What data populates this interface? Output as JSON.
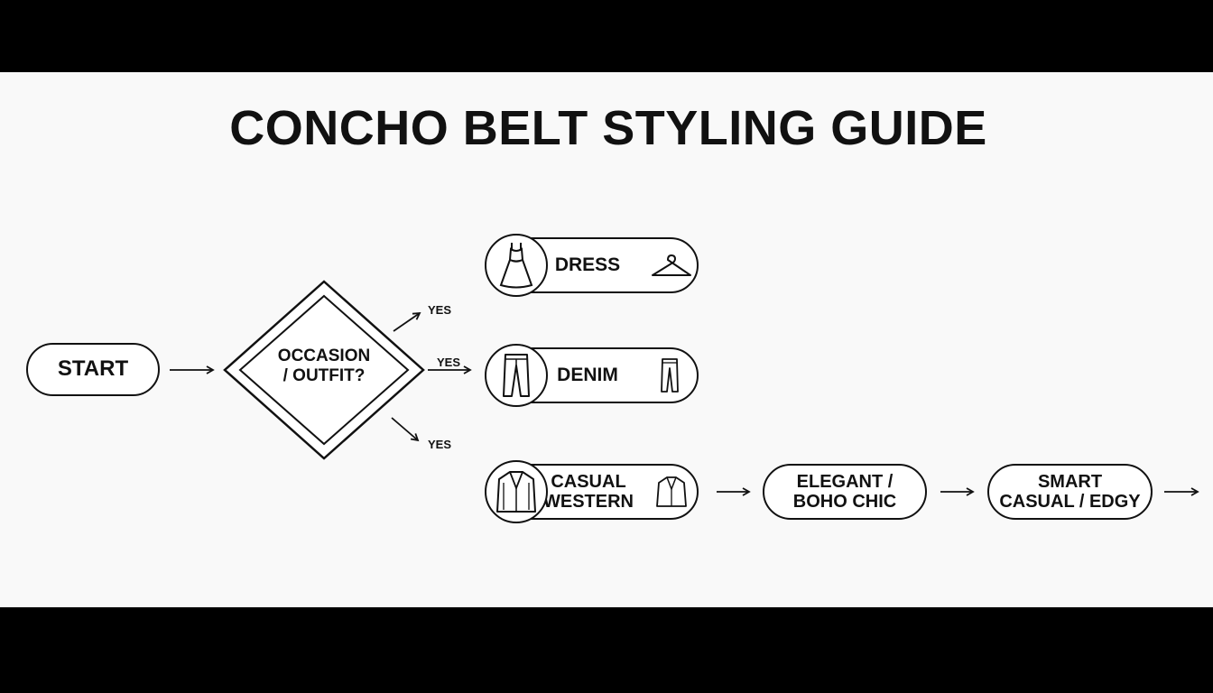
{
  "title": "CONCHO BELT STYLING GUIDE",
  "colors": {
    "background": "#f9f9f9",
    "ink": "#111111",
    "frame": "#000000"
  },
  "nodes": {
    "start": "START",
    "decision": "OCCASION\n/ OUTFIT?",
    "dress": "DRESS",
    "denim": "DENIM",
    "casual_western": "CASUAL\nWESTERN",
    "elegant": "ELEGANT /\nBOHO CHIC",
    "smart": "SMART\nCASUAL / EDGY"
  },
  "branch_labels": {
    "top": "YES",
    "middle": "YES",
    "bottom": "YES"
  },
  "icons": {
    "dress_circle": "dress-icon",
    "dress_small": "hanger-icon",
    "denim_circle": "jeans-icon",
    "denim_small": "jeans-icon",
    "western_circle": "jacket-icon",
    "western_small": "jacket-icon"
  }
}
